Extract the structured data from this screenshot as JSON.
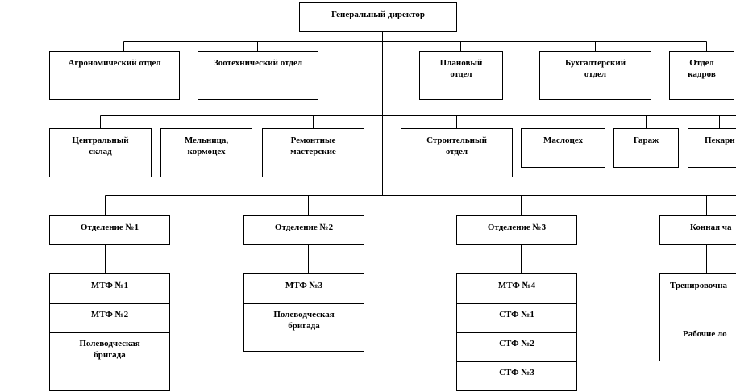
{
  "root": "Генеральный директор",
  "departments": [
    [
      "Агрономический отдел"
    ],
    [
      "Зоотехнический отдел"
    ],
    [
      "Плановый",
      "отдел"
    ],
    [
      "Бухгалтерский",
      "отдел"
    ],
    [
      "Отдел",
      "кадров"
    ]
  ],
  "services": [
    [
      "Центральный",
      "склад"
    ],
    [
      "Мельница,",
      "кормоцех"
    ],
    [
      "Ремонтные",
      "мастерские"
    ],
    [
      "Строительный",
      "отдел"
    ],
    [
      "Маслоцех"
    ],
    [
      "Гараж"
    ],
    [
      "Пекарн"
    ]
  ],
  "divisions": [
    {
      "title": "Отделение  №1",
      "units": [
        [
          "МТФ №1"
        ],
        [
          "МТФ №2"
        ],
        [
          "Полеводческая",
          "бригада"
        ]
      ]
    },
    {
      "title": "Отделение  №2",
      "units": [
        [
          "МТФ №3"
        ],
        [
          "Полеводческая",
          "бригада"
        ]
      ]
    },
    {
      "title": "Отделение  №3",
      "units": [
        [
          "МТФ №4"
        ],
        [
          "СТФ  №1"
        ],
        [
          "СТФ  №2"
        ],
        [
          "СТФ  №3"
        ]
      ]
    },
    {
      "title": "Конная ча",
      "units": [
        [
          "Тренировочна"
        ],
        [
          "Рабочие ло"
        ]
      ]
    }
  ]
}
